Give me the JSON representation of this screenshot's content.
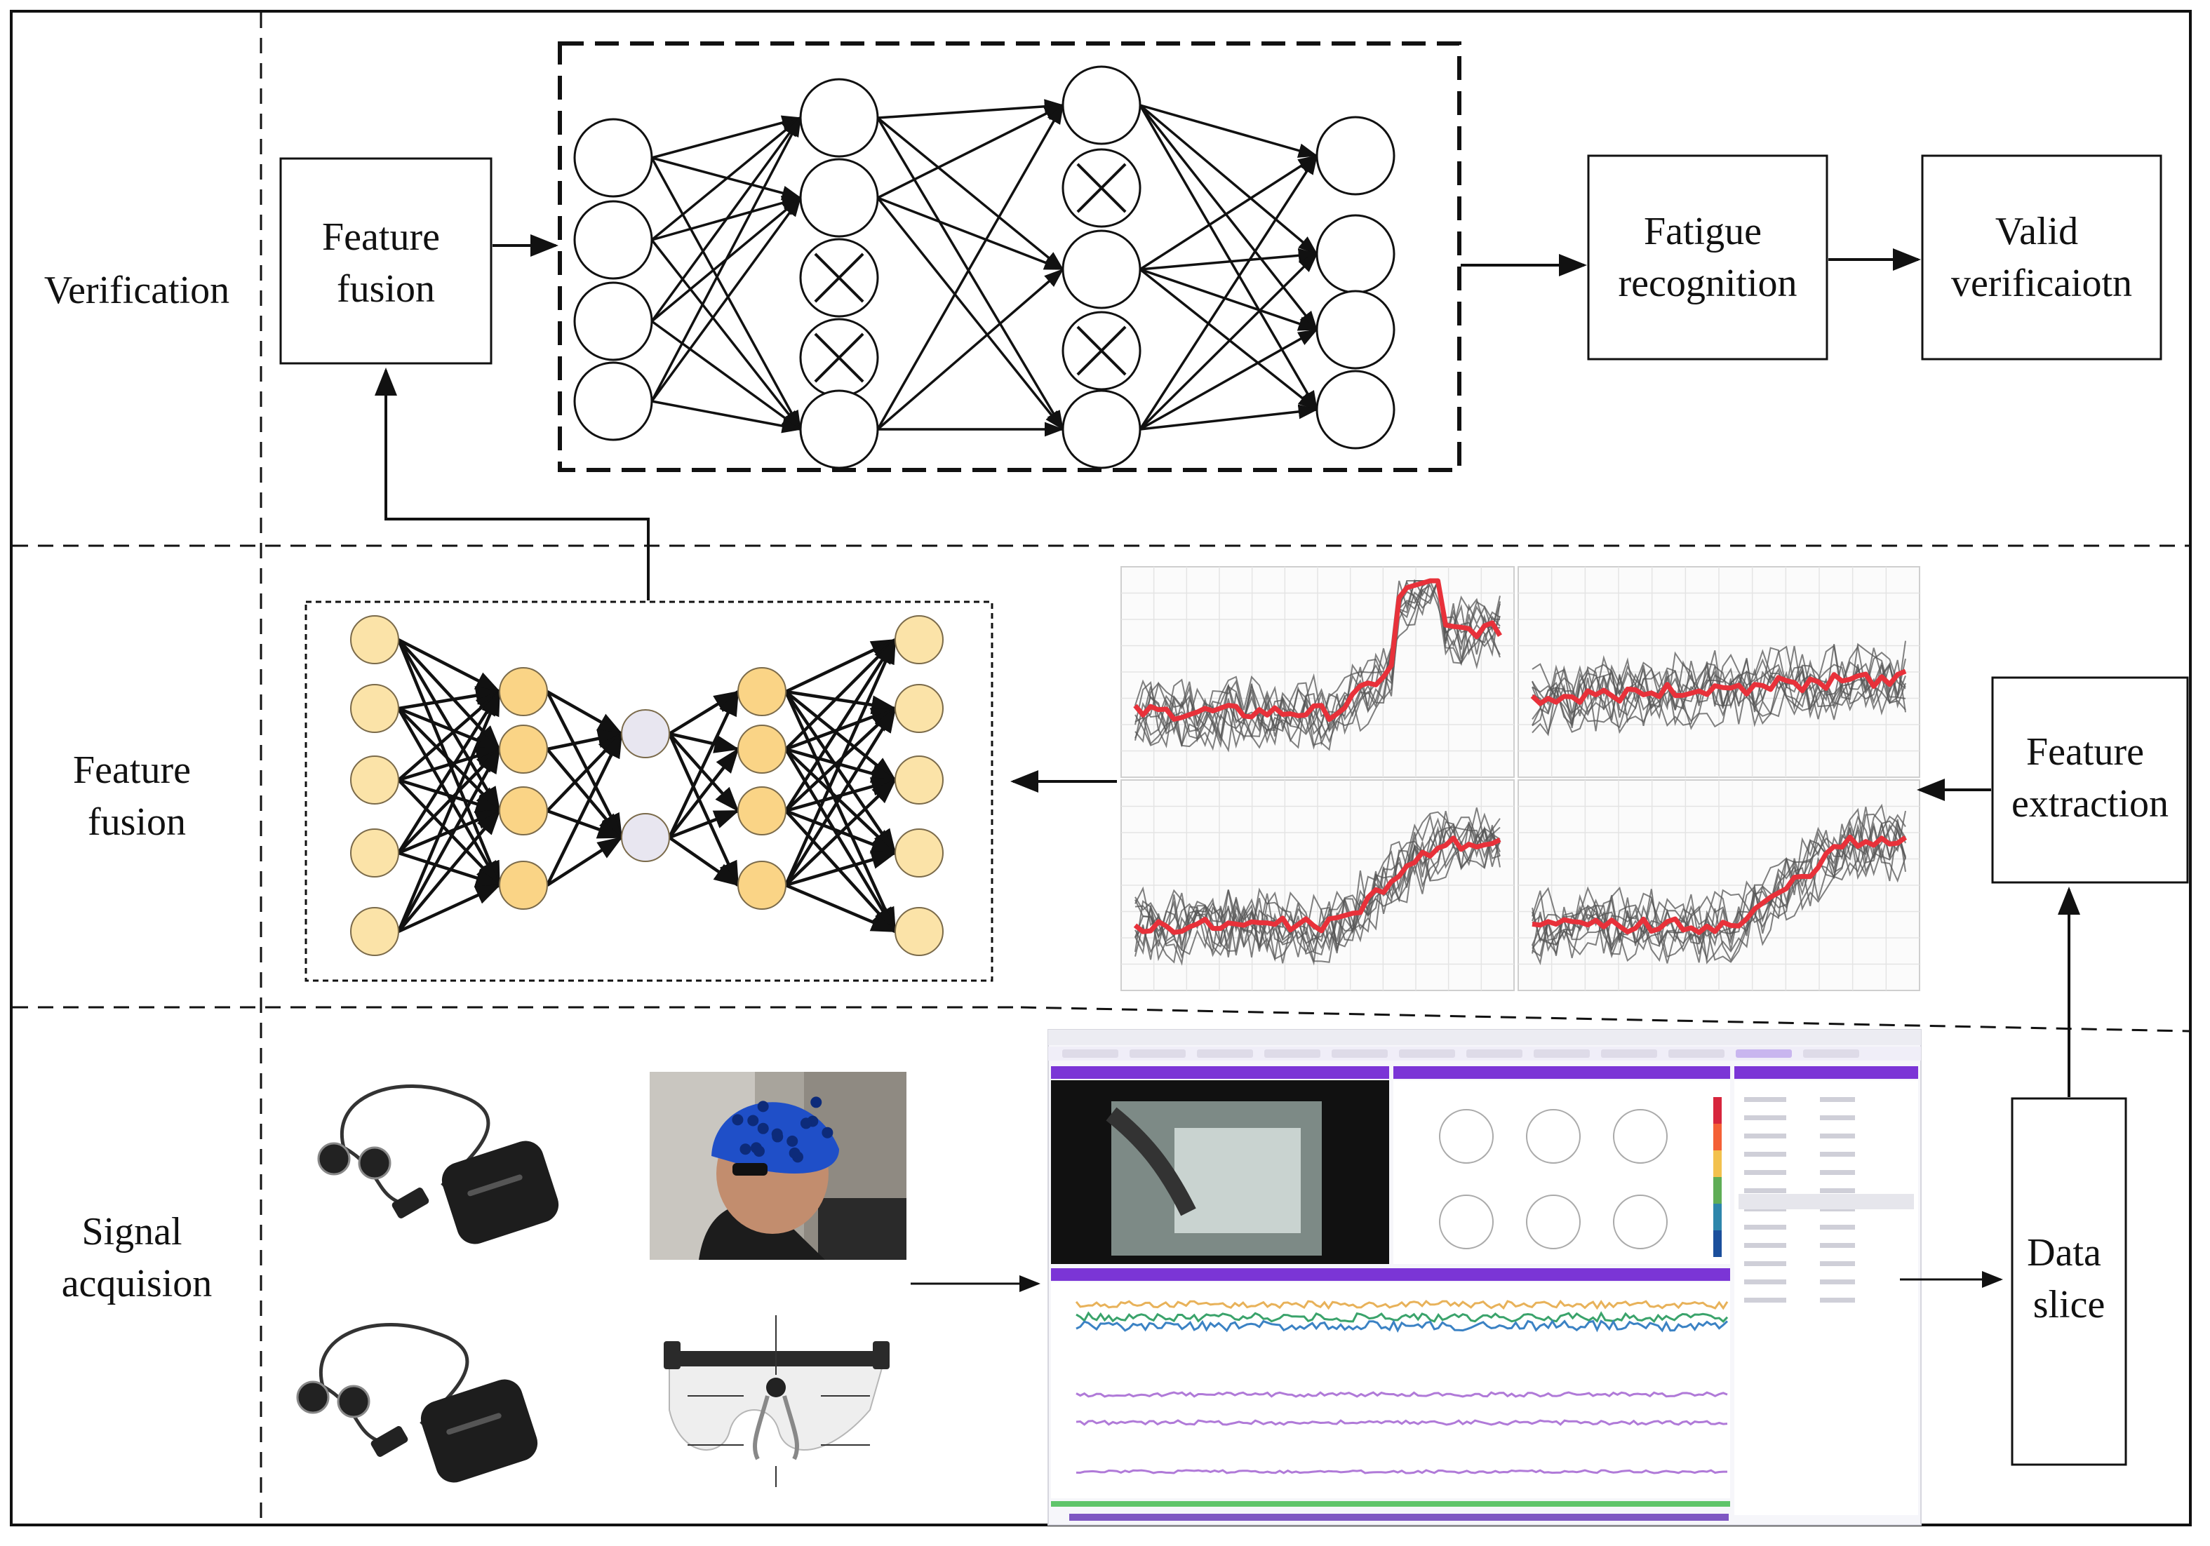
{
  "rows": [
    {
      "id": "verification",
      "label_lines": [
        "Verification"
      ]
    },
    {
      "id": "feature-fusion",
      "label_lines": [
        "Feature",
        "fusion"
      ]
    },
    {
      "id": "signal-acquisition",
      "label_lines": [
        "Signal",
        "acquision"
      ]
    }
  ],
  "boxes": {
    "feature_fusion": [
      "Feature",
      "fusion"
    ],
    "fatigue_recognition": [
      "Fatigue",
      "recognition"
    ],
    "valid_verification": [
      "Valid",
      "verificaiotn"
    ],
    "feature_extraction": [
      "Feature",
      "extraction"
    ],
    "data_slice": [
      "Data",
      "slice"
    ]
  },
  "colors": {
    "line": "#111111",
    "ae_node": "#fbe3a8",
    "ae_node_mid": "#fad486",
    "ae_bottleneck": "#e8e6f0",
    "signal_mean": "#e8313a",
    "signal_trace": "#555555",
    "software_accent": "#7b35d6",
    "eeg_cap": "#1f4fc8"
  },
  "icons": [
    "dropout-cross-icon",
    "sensor-device-icon",
    "eeg-cap-photo",
    "eye-tracker-glasses-icon",
    "software-dashboard-icon"
  ]
}
